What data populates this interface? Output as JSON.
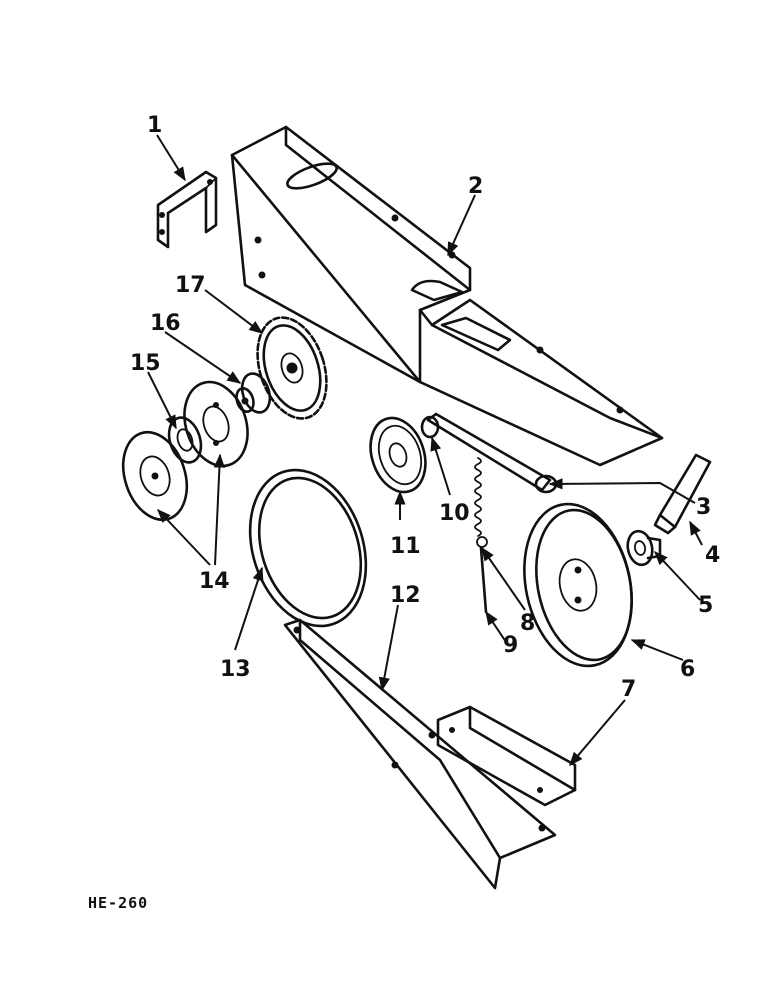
{
  "diagram": {
    "callouts": [
      "1",
      "2",
      "3",
      "4",
      "5",
      "6",
      "7",
      "8",
      "9",
      "10",
      "11",
      "12",
      "13",
      "14",
      "15",
      "16",
      "17"
    ],
    "caption": "HE-260"
  }
}
